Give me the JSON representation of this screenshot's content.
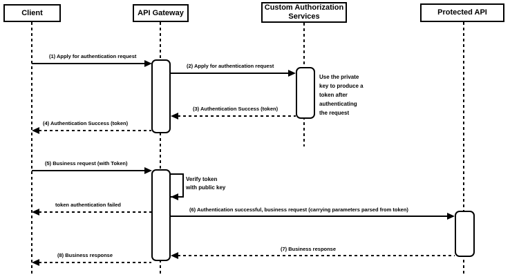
{
  "diagram": {
    "type": "uml-sequence-diagram",
    "background_color": "#ffffff",
    "line_color": "#000000",
    "text_color": "#000000"
  },
  "actors": [
    {
      "id": "client",
      "label": "Client"
    },
    {
      "id": "api-gateway",
      "label": "API Gateway"
    },
    {
      "id": "custom-auth-services",
      "label": "Custom Authorization\nServices"
    },
    {
      "id": "protected-api",
      "label": "Protected API"
    }
  ],
  "messages": [
    {
      "seq": 1,
      "label": "(1) Apply for authentication request",
      "style": "solid",
      "from": "Client",
      "to": "API Gateway"
    },
    {
      "seq": 2,
      "label": "(2) Apply for authentication request",
      "style": "solid",
      "from": "API Gateway",
      "to": "Custom Authorization Services"
    },
    {
      "seq": 3,
      "label": "(3) Authentication Success (token)",
      "style": "dashed",
      "from": "Custom Authorization Services",
      "to": "API Gateway"
    },
    {
      "seq": 4,
      "label": "(4) Authentication Success (token)",
      "style": "dashed",
      "from": "API Gateway",
      "to": "Client"
    },
    {
      "seq": 5,
      "label": "(5) Business request (with Token)",
      "style": "solid",
      "from": "Client",
      "to": "API Gateway"
    },
    {
      "seq": 6,
      "label": "Verify token\nwith public key",
      "style": "self",
      "from": "API Gateway",
      "to": "API Gateway"
    },
    {
      "seq": 7,
      "label": "token authentication failed",
      "style": "dashed",
      "from": "API Gateway",
      "to": "Client"
    },
    {
      "seq": 8,
      "label": "(6) Authentication successful, business request (carrying parameters parsed from token)",
      "style": "solid",
      "from": "API Gateway",
      "to": "Protected API"
    },
    {
      "seq": 9,
      "label": "(7) Business response",
      "style": "dashed",
      "from": "Protected API",
      "to": "API Gateway"
    },
    {
      "seq": 10,
      "label": "(8) Business response",
      "style": "dashed",
      "from": "API Gateway",
      "to": "Client"
    }
  ],
  "notes": [
    {
      "label": "Use the private\nkey to produce a\ntoken after\nauthenticating\nthe request",
      "attached_to": "Custom Authorization Services"
    }
  ]
}
